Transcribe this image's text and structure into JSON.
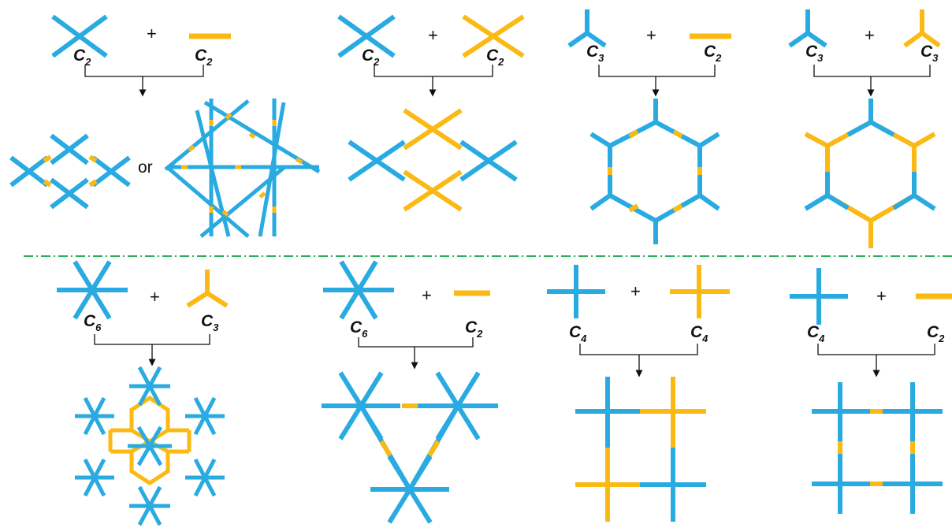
{
  "colors": {
    "linker_a": "#29ABE2",
    "linker_b": "#FBBA13",
    "divider": "#2EAE5A",
    "ink": "#111111"
  },
  "operator": "+",
  "or_text": "or",
  "panels": [
    {
      "left": {
        "symbol": "C",
        "sub": "2"
      },
      "right": {
        "symbol": "C",
        "sub": "2"
      }
    },
    {
      "left": {
        "symbol": "C",
        "sub": "2"
      },
      "right": {
        "symbol": "C",
        "sub": "2"
      }
    },
    {
      "left": {
        "symbol": "C",
        "sub": "3"
      },
      "right": {
        "symbol": "C",
        "sub": "2"
      }
    },
    {
      "left": {
        "symbol": "C",
        "sub": "3"
      },
      "right": {
        "symbol": "C",
        "sub": "3"
      }
    },
    {
      "left": {
        "symbol": "C",
        "sub": "6"
      },
      "right": {
        "symbol": "C",
        "sub": "3"
      }
    },
    {
      "left": {
        "symbol": "C",
        "sub": "6"
      },
      "right": {
        "symbol": "C",
        "sub": "2"
      }
    },
    {
      "left": {
        "symbol": "C",
        "sub": "4"
      },
      "right": {
        "symbol": "C",
        "sub": "4"
      }
    },
    {
      "left": {
        "symbol": "C",
        "sub": "4"
      },
      "right": {
        "symbol": "C",
        "sub": "2"
      }
    }
  ]
}
